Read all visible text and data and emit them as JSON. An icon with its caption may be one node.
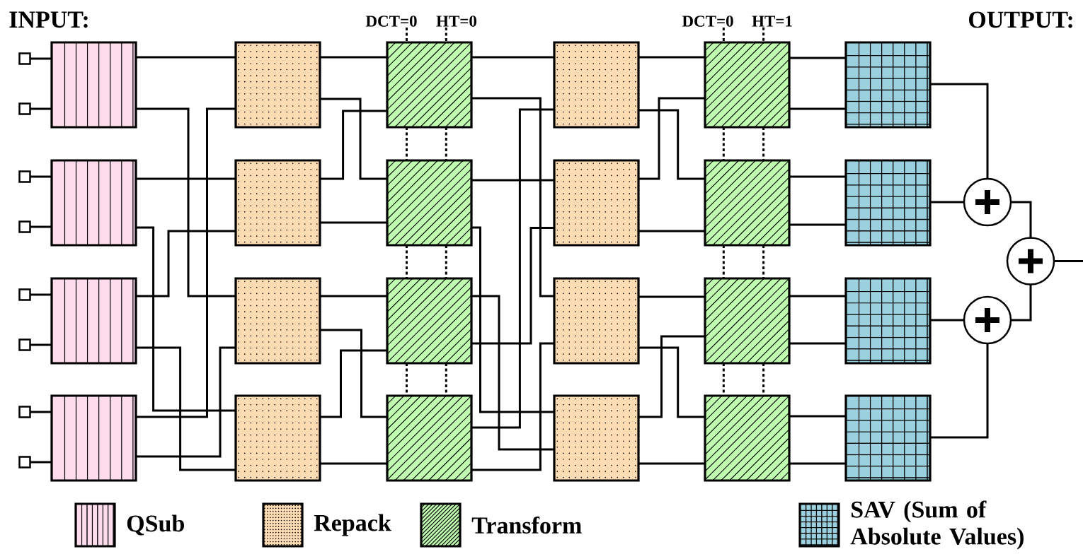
{
  "diagram": {
    "nodes": [
      {
        "text": [
          "DCT=0"
        ]
      },
      {
        "text": [
          "HT=0"
        ]
      },
      {
        "text": [
          "DCT=0"
        ]
      },
      {
        "text": [
          "HT=1"
        ]
      },
      {
        "text": [],
        "shape": "box"
      },
      {
        "text": [],
        "shape": "box"
      },
      {
        "text": [],
        "shape": "box"
      },
      {
        "text": [],
        "shape": "box"
      },
      {
        "text": [],
        "shape": "box"
      },
      {
        "text": [],
        "shape": "box"
      },
      {
        "text": [],
        "shape": "box"
      },
      {
        "text": [],
        "shape": "box"
      },
      {
        "text": [],
        "shape": "box"
      },
      {
        "text": [],
        "shape": "box"
      },
      {
        "text": [],
        "shape": "box"
      },
      {
        "text": [],
        "shape": "box"
      },
      {
        "text": [],
        "shape": "box"
      },
      {
        "text": [],
        "shape": "box"
      },
      {
        "text": [],
        "shape": "box"
      },
      {
        "text": [],
        "shape": "box"
      },
      {
        "text": [],
        "shape": "box"
      },
      {
        "text": [],
        "shape": "box"
      },
      {
        "text": [],
        "shape": "box"
      },
      {
        "text": [],
        "shape": "box"
      },
      {
        "text": [],
        "shape": "box"
      },
      {
        "text": [],
        "shape": "box"
      },
      {
        "text": [],
        "shape": "box"
      },
      {
        "text": [],
        "shape": "box"
      },
      {
        "text": [],
        "shape": "box"
      },
      {
        "text": [],
        "shape": "box"
      },
      {
        "text": [],
        "shape": "box"
      },
      {
        "text": [],
        "shape": "box"
      },
      {
        "text": [],
        "shape": "box"
      },
      {
        "text": [],
        "shape": "box"
      },
      {
        "text": [],
        "shape": "box"
      },
      {
        "text": [],
        "shape": "box"
      },
      {
        "text": [],
        "shape": "circle"
      },
      {
        "text": [],
        "shape": "circle"
      },
      {
        "text": [],
        "shape": "circle"
      }
    ],
    "edges": [
      {
        "from": 4,
        "to": 12,
        "arrow": "none"
      },
      {
        "from": 5,
        "to": 12,
        "arrow": "none"
      },
      {
        "from": 6,
        "to": 13,
        "arrow": "none"
      },
      {
        "from": 7,
        "to": 13,
        "arrow": "none"
      },
      {
        "from": 8,
        "to": 14,
        "arrow": "none"
      },
      {
        "from": 9,
        "to": 14,
        "arrow": "none"
      },
      {
        "from": 10,
        "to": 15,
        "arrow": "none"
      },
      {
        "from": 11,
        "to": 15,
        "arrow": "none"
      },
      {
        "from": 12,
        "to": 16,
        "arrow": "none"
      },
      {
        "from": 12,
        "to": 18,
        "arrow": "none"
      },
      {
        "from": 13,
        "to": 17,
        "arrow": "none"
      },
      {
        "from": 13,
        "to": 19,
        "arrow": "none"
      },
      {
        "from": 14,
        "to": 17,
        "arrow": "none"
      },
      {
        "from": 14,
        "to": 19,
        "arrow": "none"
      },
      {
        "from": 15,
        "to": 16,
        "arrow": "none"
      },
      {
        "from": 15,
        "to": 18,
        "arrow": "none"
      },
      {
        "from": 16,
        "to": 20,
        "arrow": "none"
      },
      {
        "from": 16,
        "to": 21,
        "arrow": "none"
      },
      {
        "from": 17,
        "to": 20,
        "arrow": "none"
      },
      {
        "from": 17,
        "to": 21,
        "arrow": "none"
      },
      {
        "from": 18,
        "to": 22,
        "arrow": "none"
      },
      {
        "from": 18,
        "to": 23,
        "arrow": "none"
      },
      {
        "from": 19,
        "to": 22,
        "arrow": "none"
      },
      {
        "from": 19,
        "to": 23,
        "arrow": "none"
      },
      {
        "from": 20,
        "to": 24,
        "arrow": "none"
      },
      {
        "from": 20,
        "to": 26,
        "arrow": "none"
      },
      {
        "from": 21,
        "to": 25,
        "arrow": "none"
      },
      {
        "from": 21,
        "to": 27,
        "arrow": "none"
      },
      {
        "from": 22,
        "to": 27,
        "arrow": "none"
      },
      {
        "from": 22,
        "to": 25,
        "arrow": "none"
      },
      {
        "from": 23,
        "to": 24,
        "arrow": "none"
      },
      {
        "from": 23,
        "to": 26,
        "arrow": "none"
      },
      {
        "from": 24,
        "to": 28,
        "arrow": "none"
      },
      {
        "from": 24,
        "to": 29,
        "arrow": "none"
      },
      {
        "from": 25,
        "to": 28,
        "arrow": "none"
      },
      {
        "from": 25,
        "to": 29,
        "arrow": "none"
      },
      {
        "from": 26,
        "to": 30,
        "arrow": "none"
      },
      {
        "from": 26,
        "to": 31,
        "arrow": "none"
      },
      {
        "from": 27,
        "to": 30,
        "arrow": "none"
      },
      {
        "from": 27,
        "to": 31,
        "arrow": "none"
      },
      {
        "from": 28,
        "to": 32,
        "arrow": "none"
      },
      {
        "from": 28,
        "to": 32,
        "arrow": "none"
      },
      {
        "from": 29,
        "to": 33,
        "arrow": "none"
      },
      {
        "from": 29,
        "to": 33,
        "arrow": "none"
      },
      {
        "from": 30,
        "to": 34,
        "arrow": "none"
      },
      {
        "from": 30,
        "to": 34,
        "arrow": "none"
      },
      {
        "from": 31,
        "to": 35,
        "arrow": "none"
      },
      {
        "from": 31,
        "to": 35,
        "arrow": "none"
      },
      {
        "from": 32,
        "to": 36,
        "arrow": "none"
      },
      {
        "from": 33,
        "to": 36,
        "arrow": "none"
      },
      {
        "from": 34,
        "to": 37,
        "arrow": "none"
      },
      {
        "from": 35,
        "to": 37,
        "arrow": "none"
      },
      {
        "from": 36,
        "to": 38,
        "arrow": "none"
      },
      {
        "from": 37,
        "to": 38,
        "arrow": "none"
      },
      {
        "from": 38,
        "to": null,
        "arrow": "none"
      },
      {
        "from": 0,
        "to": 20,
        "arrow": "none",
        "style": "dashed"
      },
      {
        "from": 1,
        "to": 20,
        "arrow": "none",
        "style": "dashed"
      },
      {
        "from": 20,
        "to": 21,
        "arrow": "none",
        "style": "dashed"
      },
      {
        "from": 20,
        "to": 21,
        "arrow": "none",
        "style": "dashed"
      },
      {
        "from": 21,
        "to": 22,
        "arrow": "none",
        "style": "dashed"
      },
      {
        "from": 21,
        "to": 22,
        "arrow": "none",
        "style": "dashed"
      },
      {
        "from": 22,
        "to": 23,
        "arrow": "none",
        "style": "dashed"
      },
      {
        "from": 22,
        "to": 23,
        "arrow": "none",
        "style": "dashed"
      },
      {
        "from": 2,
        "to": 28,
        "arrow": "none",
        "style": "dashed"
      },
      {
        "from": 3,
        "to": 28,
        "arrow": "none",
        "style": "dashed"
      },
      {
        "from": 28,
        "to": 29,
        "arrow": "none",
        "style": "dashed"
      },
      {
        "from": 28,
        "to": 29,
        "arrow": "none",
        "style": "dashed"
      },
      {
        "from": 29,
        "to": 30,
        "arrow": "none",
        "style": "dashed"
      },
      {
        "from": 29,
        "to": 30,
        "arrow": "none",
        "style": "dashed"
      },
      {
        "from": 30,
        "to": 31,
        "arrow": "none",
        "style": "dashed"
      },
      {
        "from": 30,
        "to": 31,
        "arrow": "none",
        "style": "dashed"
      }
    ],
    "labels": [
      "INPUT:",
      "OUTPUT:"
    ],
    "legend": [
      {
        "text": "QSub",
        "color": "#ffdcec"
      },
      {
        "text": "Repack",
        "color": "#fddcb4"
      },
      {
        "text": "Transform",
        "color": "#c1ffb0"
      },
      {
        "text": "SAV (Sum of Absolute Values)",
        "color": "#9bd0df"
      }
    ]
  }
}
